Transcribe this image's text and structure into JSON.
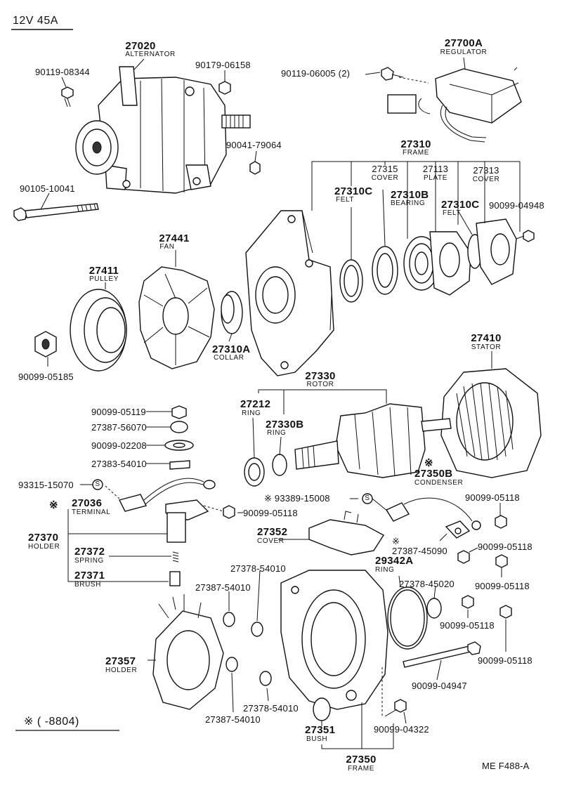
{
  "header": {
    "spec": "12V  45A"
  },
  "footer": {
    "note": "※ (        -8804)",
    "code": "ME  F488-A"
  },
  "parts": {
    "alternator": {
      "num": "27020",
      "name": "ALTERNATOR"
    },
    "bolt_08344": {
      "num": "90119-08344"
    },
    "nut_06158": {
      "num": "90179-06158"
    },
    "nut_79064": {
      "num": "90041-79064"
    },
    "bolt_10041": {
      "num": "90105-10041"
    },
    "regulator": {
      "num": "27700A",
      "name": "REGULATOR"
    },
    "screw_06005": {
      "num": "90119-06005 (2)"
    },
    "frame_rear": {
      "num": "27310",
      "name": "FRAME"
    },
    "cover_27315": {
      "num": "27315",
      "name": "COVER"
    },
    "plate": {
      "num": "27113",
      "name": "PLATE"
    },
    "cover_27313": {
      "num": "27313",
      "name": "COVER"
    },
    "felt_a": {
      "num": "27310C",
      "name": "FELT"
    },
    "bearing": {
      "num": "27310B",
      "name": "BEARING"
    },
    "felt_b": {
      "num": "27310C",
      "name": "FELT"
    },
    "screw_04948": {
      "num": "90099-04948"
    },
    "fan": {
      "num": "27441",
      "name": "FAN"
    },
    "pulley": {
      "num": "27411",
      "name": "PULLEY"
    },
    "collar": {
      "num": "27310A",
      "name": "COLLAR"
    },
    "nut_05185": {
      "num": "90099-05185"
    },
    "stator": {
      "num": "27410",
      "name": "STATOR"
    },
    "rotor": {
      "num": "27330",
      "name": "ROTOR"
    },
    "ring_27212": {
      "num": "27212",
      "name": "RING"
    },
    "ring_27330b": {
      "num": "27330B",
      "name": "RING"
    },
    "condenser": {
      "num": "27350B",
      "name": "CONDENSER",
      "mark": "※"
    },
    "n_05119": {
      "num": "90099-05119"
    },
    "n_56070": {
      "num": "27387-56070"
    },
    "n_02208": {
      "num": "90099-02208"
    },
    "n_54010a": {
      "num": "27383-54010"
    },
    "n_15070": {
      "num": "93315-15070"
    },
    "terminal": {
      "num": "27036",
      "name": "TERMINAL",
      "mark": "※"
    },
    "holder": {
      "num": "27370",
      "name": "HOLDER"
    },
    "spring": {
      "num": "27372",
      "name": "SPRING"
    },
    "brush": {
      "num": "27371",
      "name": "BRUSH"
    },
    "n_05118a": {
      "num": "90099-05118"
    },
    "n_15008": {
      "num": "※ 93389-15008"
    },
    "n_05118b": {
      "num": "90099-05118"
    },
    "cover_27352": {
      "num": "27352",
      "name": "COVER"
    },
    "n_45090": {
      "num": "27387-45090",
      "mark": "※"
    },
    "n_05118c": {
      "num": "90099-05118"
    },
    "ring_29342a": {
      "num": "29342A",
      "name": "RING"
    },
    "n_05118d": {
      "num": "90099-05118"
    },
    "n_54010b": {
      "num": "27378-54010"
    },
    "n_54010c": {
      "num": "27387-54010"
    },
    "n_45020": {
      "num": "27378-45020"
    },
    "n_05118e": {
      "num": "90099-05118"
    },
    "n_05118f": {
      "num": "90099-05118"
    },
    "holder_27357": {
      "num": "27357",
      "name": "HOLDER"
    },
    "n_04947": {
      "num": "90099-04947"
    },
    "n_54010d": {
      "num": "27378-54010"
    },
    "n_54010e": {
      "num": "27387-54010"
    },
    "bush": {
      "num": "27351",
      "name": "BUSH"
    },
    "n_04322": {
      "num": "90099-04322"
    },
    "frame_front": {
      "num": "27350",
      "name": "FRAME"
    },
    "s_mark": "S"
  }
}
